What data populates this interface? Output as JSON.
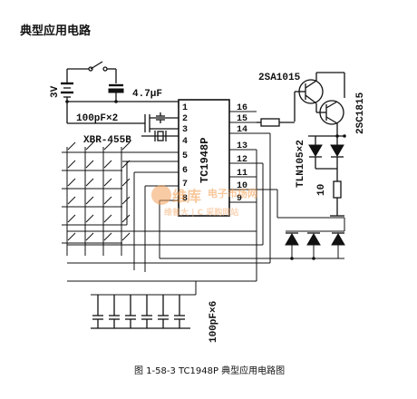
{
  "diagram": {
    "title": "典型应用电路",
    "caption": "图 1-58-3 TC1948P 典型应用电路图",
    "ic": {
      "part": "TC1948P",
      "left_pins": [
        "1",
        "2",
        "3",
        "4",
        "5",
        "6",
        "7",
        "8"
      ],
      "right_pins": [
        "16",
        "15",
        "14",
        "13",
        "12",
        "11",
        "10",
        "9"
      ]
    },
    "labels": {
      "battery": "3V",
      "cap_electrolytic": "4.7μF",
      "cap_pair": "100pF×2",
      "resonator": "XBR-455B",
      "transistor_pnp": "2SA1015",
      "transistor_npn": "2SC1815",
      "leds": "TLN105×2",
      "resistor": "10",
      "cap_bank": "100pF×6"
    },
    "watermark": {
      "brand": "维库",
      "title": "电子市场网",
      "sub": "维普大 | C 采购网站"
    }
  }
}
